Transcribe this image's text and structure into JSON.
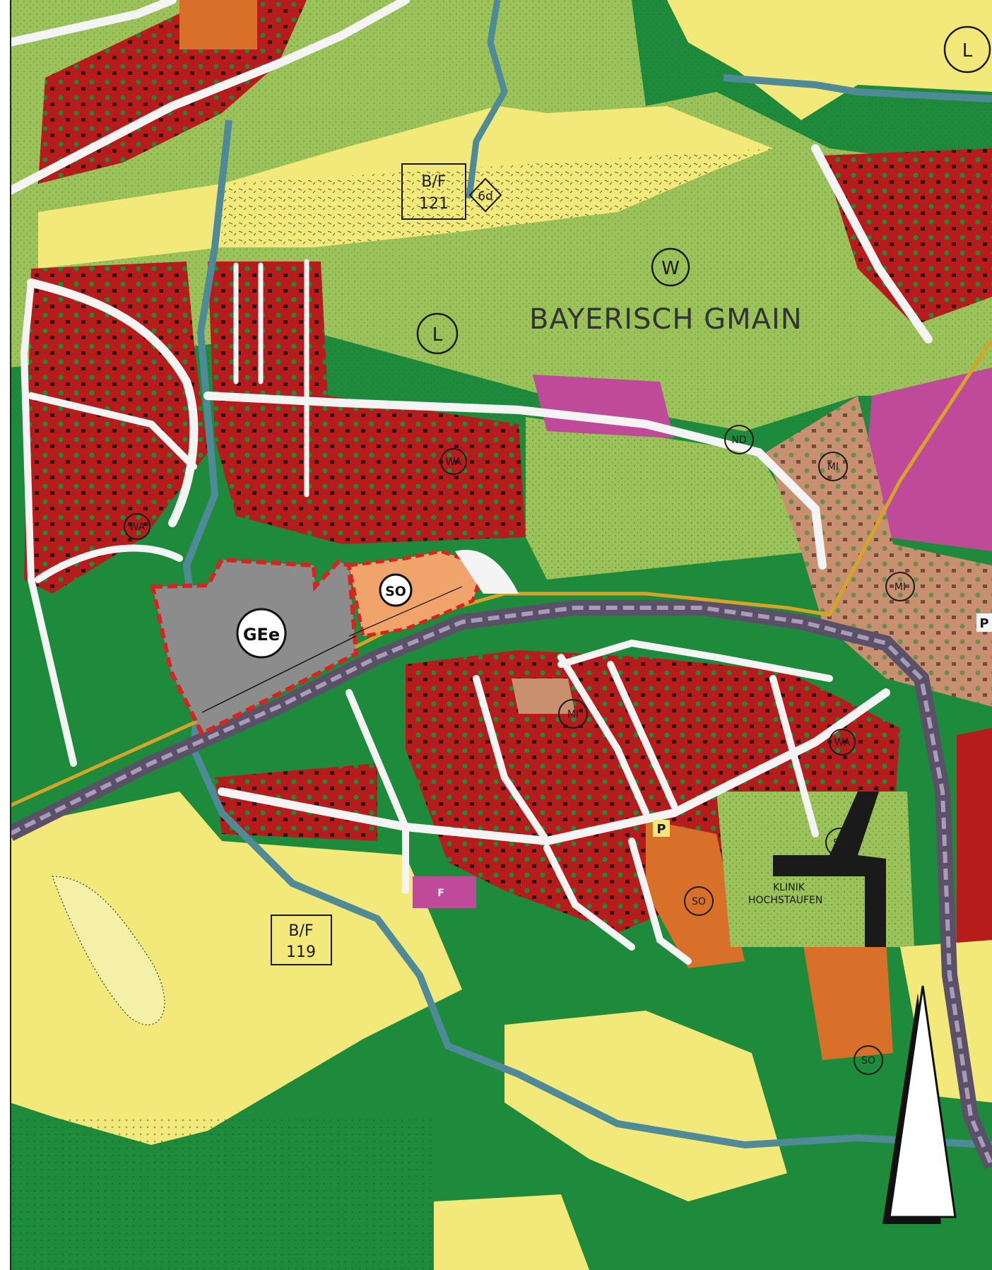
{
  "map": {
    "place_name": "BAYERISCH GMAIN",
    "clinic_label_line1": "KLINIK",
    "clinic_label_line2": "HOCHSTAUFEN",
    "highlight": {
      "industrial_label": "GEe",
      "special_label": "SO",
      "boundary_color": "#d8231e",
      "industrial_fill": "#8c8c8c",
      "special_fill": "#f0a36a"
    },
    "reference_boxes": [
      {
        "line1": "B/F",
        "line2": "121"
      },
      {
        "line1": "B/F",
        "line2": "119"
      }
    ],
    "diamond_label": "6d",
    "zone_symbols": {
      "L": "L",
      "W": "W",
      "ND": "ND",
      "MI": "MI",
      "WA": "WA",
      "SO": "SO",
      "P": "P",
      "F": "F"
    },
    "colors": {
      "residential": "#b71c1c",
      "mixed": "#c99070",
      "meadow": "#9cc25a",
      "forest": "#1e8a3c",
      "agriculture": "#f2e97a",
      "special_area": "#c04a9a",
      "orange_area": "#d9702a",
      "rail": "#7d6f8c",
      "road": "#f4f4f4",
      "water": "#4f8a98"
    },
    "north_arrow_icon": "north-arrow-icon"
  }
}
